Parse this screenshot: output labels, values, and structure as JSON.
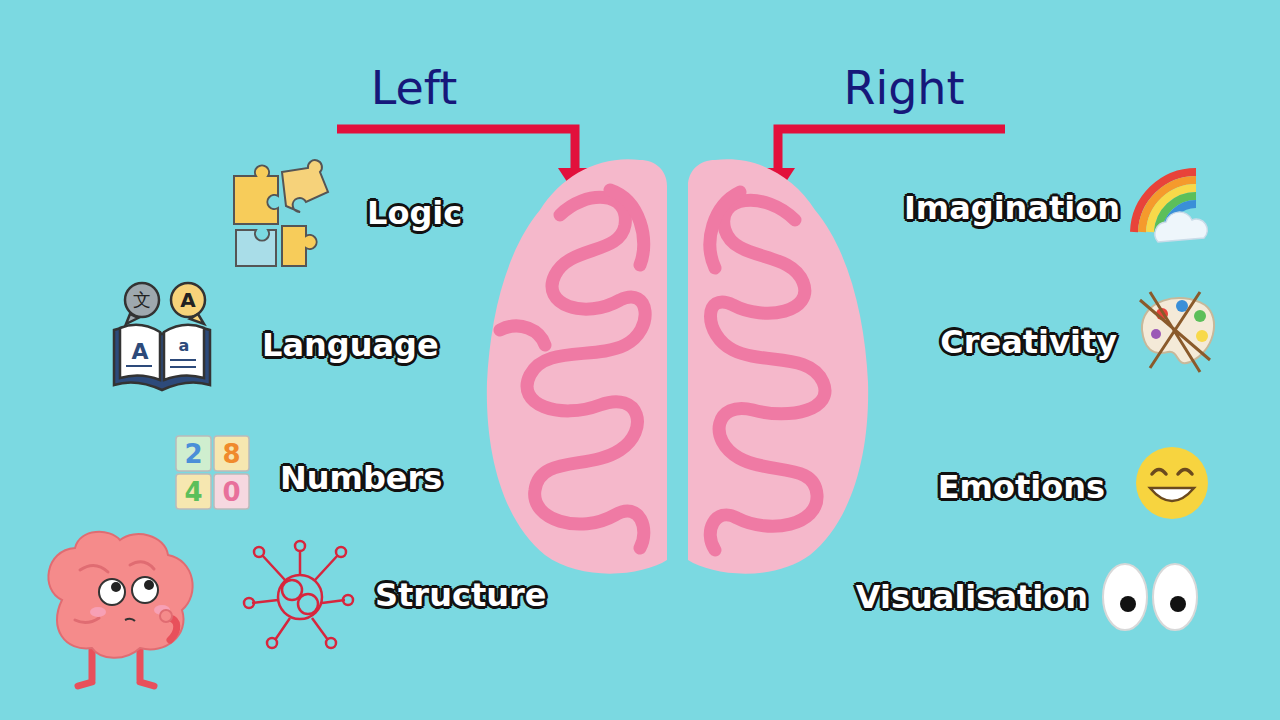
{
  "diagram": {
    "labels": [
      "Left",
      "Right",
      "Logic",
      "文",
      "A",
      "A",
      "a",
      "Language",
      "2",
      "8",
      "4",
      "0",
      "Numbers",
      "Structure",
      "Imagination",
      "Creativity",
      "Emotions",
      "Visualisation"
    ]
  }
}
